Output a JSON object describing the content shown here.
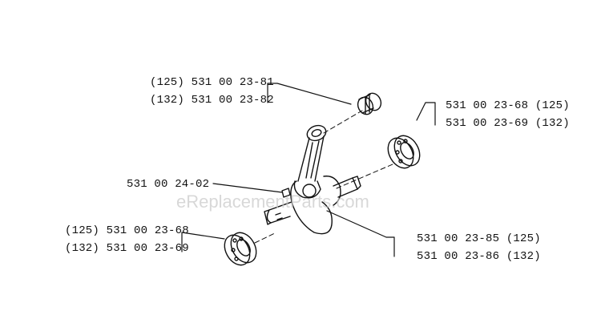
{
  "diagram": {
    "parts": [
      {
        "id": "needle-bearing",
        "lines": [
          "(125) 531 00 23-81",
          "(132) 531 00 23-82"
        ]
      },
      {
        "id": "ball-bearing-right",
        "lines": [
          "531 00 23-68 (125)",
          "531 00 23-69 (132)"
        ]
      },
      {
        "id": "key",
        "lines": [
          "531 00 24-02"
        ]
      },
      {
        "id": "ball-bearing-left",
        "lines": [
          "(125) 531 00 23-68",
          "(132) 531 00 23-69"
        ]
      },
      {
        "id": "crankshaft",
        "lines": [
          "531 00 23-85 (125)",
          "531 00 23-86 (132)"
        ]
      }
    ]
  },
  "watermark": "eReplacementParts.com"
}
